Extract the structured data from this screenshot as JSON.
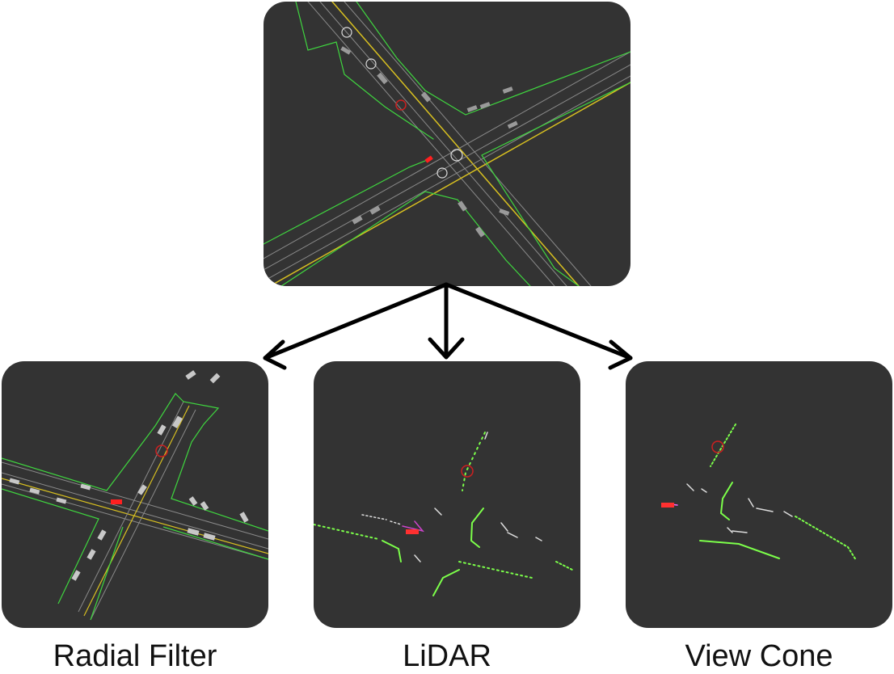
{
  "captions": {
    "radial": "Radial Filter",
    "lidar": "LiDAR",
    "cone": "View Cone"
  },
  "colors": {
    "panel_bg": "#333333",
    "road_boundary": "#3fd63f",
    "lane_line": "#8a8a8a",
    "center_line": "#d8c020",
    "vehicle": "#9a9a9a",
    "ego": "#ff2020",
    "goal_marker": "#cc2020",
    "lidar_point": "#7cff4a",
    "arrow": "#000000"
  },
  "icons": {
    "ego": "ego-vehicle-icon",
    "goal": "goal-circle-icon"
  }
}
